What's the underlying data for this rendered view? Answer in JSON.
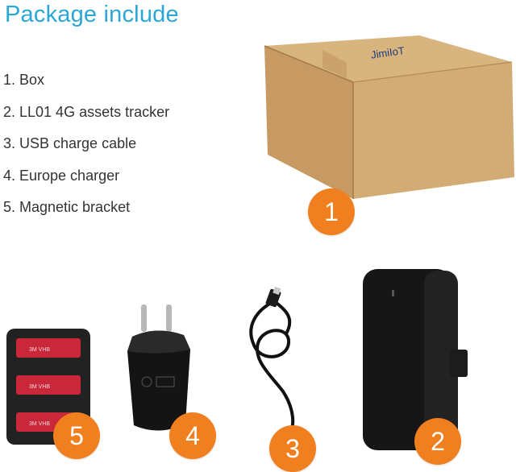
{
  "title": "Package include",
  "items": [
    "1. Box",
    "2. LL01 4G assets tracker",
    "3. USB charge cable",
    "4. Europe charger",
    "5. Magnetic bracket"
  ],
  "box_logo": "JimiIoT",
  "badges": [
    "1",
    "2",
    "3",
    "4",
    "5"
  ],
  "colors": {
    "title": "#2aa7d6",
    "badge": "#f07f1f"
  }
}
